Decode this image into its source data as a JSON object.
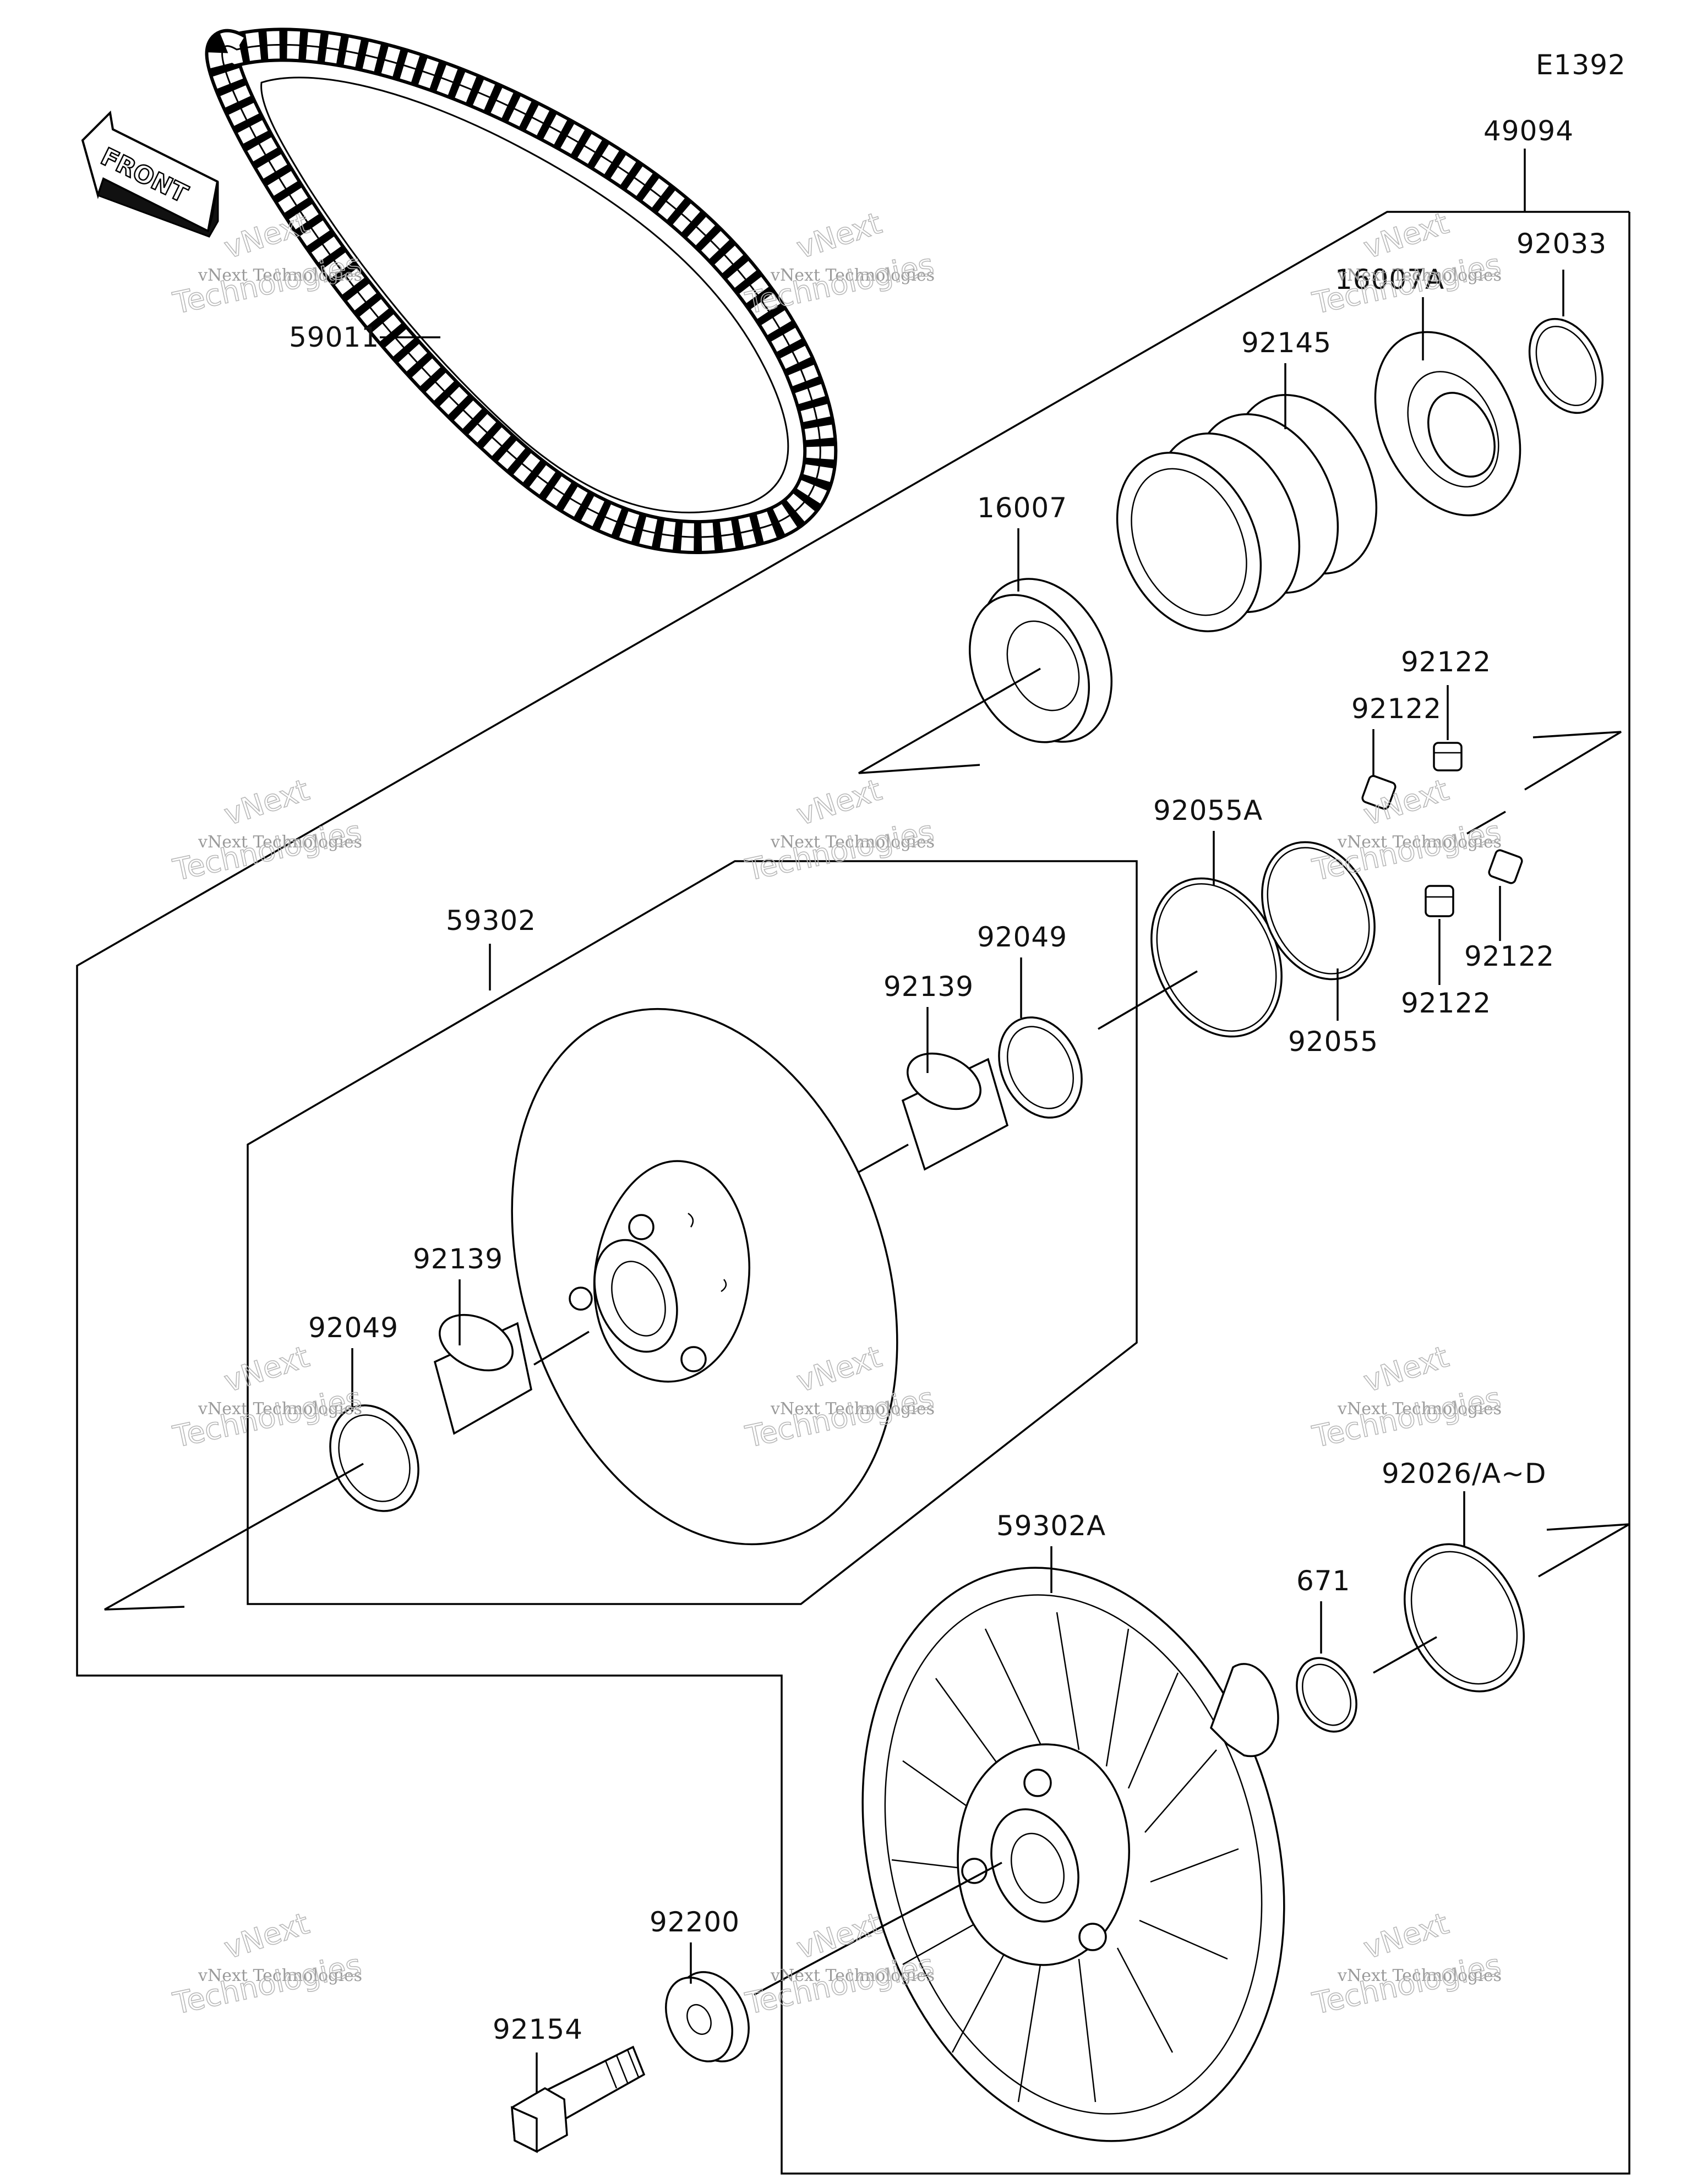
{
  "diagram_code": "E1392",
  "direction_label": "FRONT",
  "watermark": {
    "line1": "vNext Technologies",
    "line2": "vNext",
    "line3": "Technologies"
  },
  "part_numbers": {
    "belt": "59011",
    "assembly": "49094",
    "snap_ring": "92033",
    "cam_outer": "16007A",
    "spring": "92145",
    "cam_inner": "16007",
    "slider_1": "92122",
    "slider_2": "92122",
    "slider_3": "92122",
    "slider_4": "92122",
    "oring_a": "92055A",
    "oring_b": "92055",
    "sheave_movable": "59302",
    "bushing_upper": "92139",
    "seal_upper": "92049",
    "bushing_lower": "92139",
    "seal_lower": "92049",
    "sheave_fixed": "59302A",
    "oring_671": "671",
    "shim": "92026/A~D",
    "washer": "92200",
    "bolt": "92154"
  }
}
